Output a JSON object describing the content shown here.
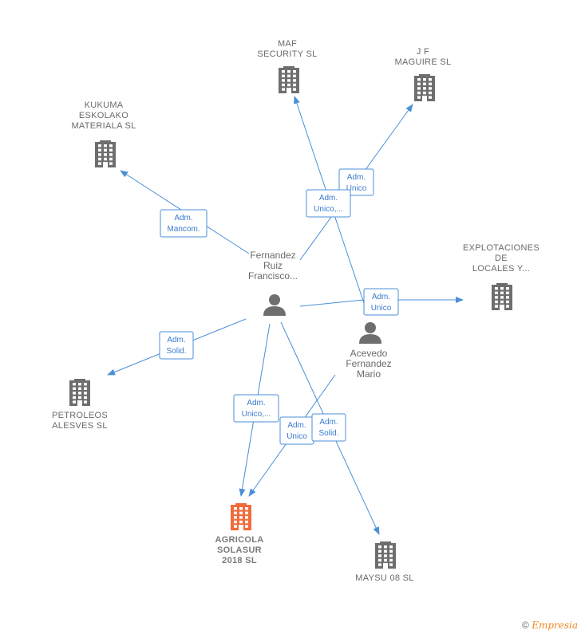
{
  "companies": [
    {
      "id": "maf",
      "lines": [
        "MAF",
        "SECURITY  SL"
      ],
      "color": "#6e6e6e"
    },
    {
      "id": "jf",
      "lines": [
        "J F",
        "MAGUIRE SL"
      ],
      "color": "#6e6e6e"
    },
    {
      "id": "kukuma",
      "lines": [
        "KUKUMA",
        "ESKOLAKO",
        "MATERIALA SL"
      ],
      "color": "#6e6e6e"
    },
    {
      "id": "explotaciones",
      "lines": [
        "EXPLOTACIONES",
        "DE",
        "LOCALES Y..."
      ],
      "color": "#6e6e6e"
    },
    {
      "id": "petroleos",
      "lines": [
        "PETROLEOS",
        "ALESVES SL"
      ],
      "color": "#6e6e6e"
    },
    {
      "id": "agricola",
      "lines": [
        "AGRICOLA",
        "SOLASUR",
        "2018  SL"
      ],
      "color": "#f26b3a",
      "focus": true
    },
    {
      "id": "maysu",
      "lines": [
        "MAYSU 08  SL"
      ],
      "color": "#6e6e6e"
    }
  ],
  "persons": [
    {
      "id": "fernandez",
      "lines": [
        "Fernandez",
        "Ruiz",
        "Francisco..."
      ],
      "color": "#6e6e6e"
    },
    {
      "id": "acevedo",
      "lines": [
        "Acevedo",
        "Fernandez",
        "Mario"
      ],
      "color": "#6e6e6e"
    }
  ],
  "relations": [
    {
      "id": "r-kukuma",
      "lines": [
        "Adm.",
        "Mancom."
      ]
    },
    {
      "id": "r-jf",
      "lines": [
        "Adm.",
        "Unico"
      ]
    },
    {
      "id": "r-maf",
      "lines": [
        "Adm.",
        "Unico,..."
      ]
    },
    {
      "id": "r-explot",
      "lines": [
        "Adm.",
        "Unico"
      ]
    },
    {
      "id": "r-petroleos",
      "lines": [
        "Adm.",
        "Solid."
      ]
    },
    {
      "id": "r-agri1",
      "lines": [
        "Adm.",
        "Unico,..."
      ]
    },
    {
      "id": "r-agri2",
      "lines": [
        "Adm.",
        "Unico"
      ]
    },
    {
      "id": "r-maysu",
      "lines": [
        "Adm.",
        "Solid."
      ]
    }
  ],
  "footer": {
    "copyright": "©",
    "brand": "Empresia"
  },
  "colors": {
    "edge": "#4a8fd8",
    "building": "#6e6e6e",
    "focus": "#f26b3a"
  },
  "icons": {
    "company": "building-icon",
    "person": "person-icon"
  }
}
